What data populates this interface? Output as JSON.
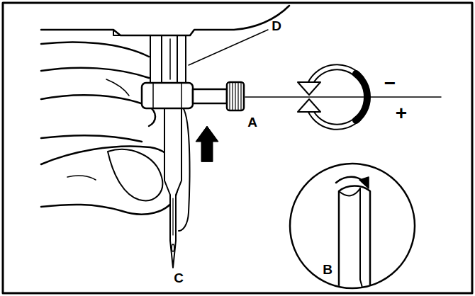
{
  "diagram": {
    "labels": [
      "D",
      "A",
      "C",
      "B",
      "−",
      "+"
    ]
  }
}
